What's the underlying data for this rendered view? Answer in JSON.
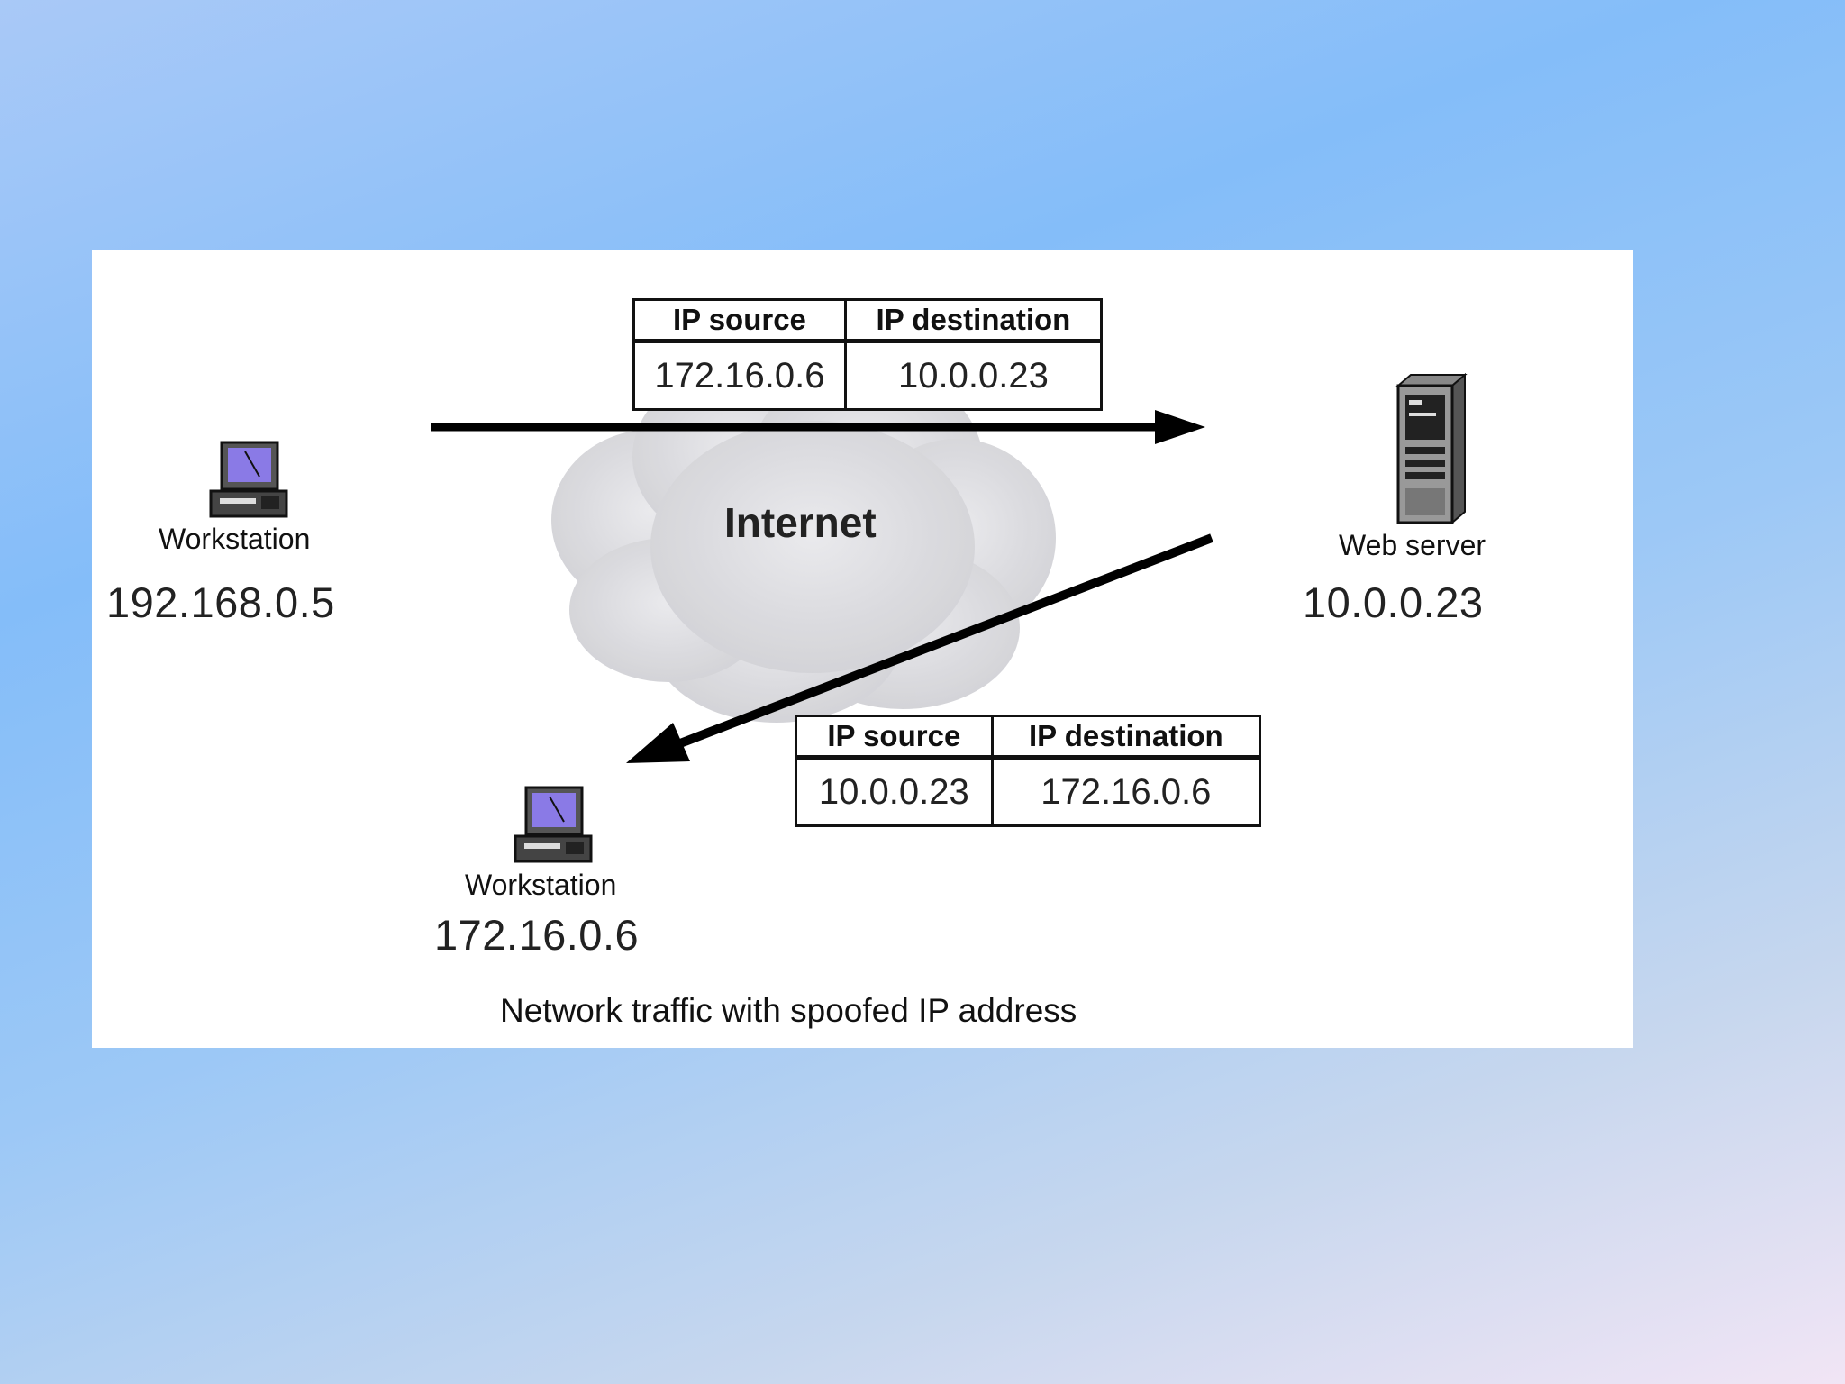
{
  "diagram": {
    "cloud_label": "Internet",
    "caption": "Network traffic with spoofed IP address",
    "nodes": {
      "attacker": {
        "label": "Workstation",
        "ip": "192.168.0.5",
        "icon": "workstation-icon"
      },
      "server": {
        "label": "Web server",
        "ip": "10.0.0.23",
        "icon": "server-icon"
      },
      "victim": {
        "label": "Workstation",
        "ip": "172.16.0.6",
        "icon": "workstation-icon"
      }
    },
    "packets": {
      "request": {
        "header_source": "IP source",
        "header_destination": "IP destination",
        "source": "172.16.0.6",
        "destination": "10.0.0.23"
      },
      "reply": {
        "header_source": "IP source",
        "header_destination": "IP destination",
        "source": "10.0.0.23",
        "destination": "172.16.0.6"
      }
    }
  }
}
